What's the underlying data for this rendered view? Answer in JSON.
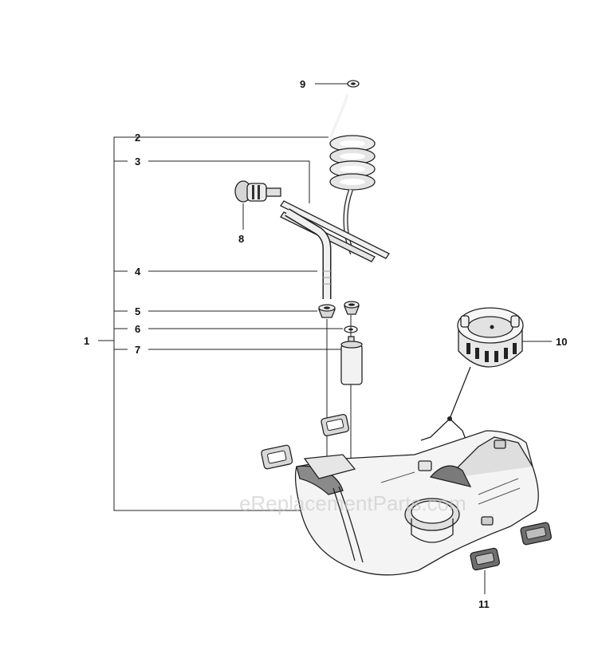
{
  "callouts": {
    "c1": "1",
    "c2": "2",
    "c3": "3",
    "c4": "4",
    "c5": "5",
    "c6": "6",
    "c7": "7",
    "c8": "8",
    "c9": "9",
    "c10": "10",
    "c11": "11"
  },
  "watermark": "eReplacementParts.com",
  "colors": {
    "line": "#222222",
    "fill_light": "#f3f3f3",
    "fill_mid": "#d9d9d9",
    "fill_dark": "#6e6e6e",
    "watermark": "#c8c8c8"
  }
}
